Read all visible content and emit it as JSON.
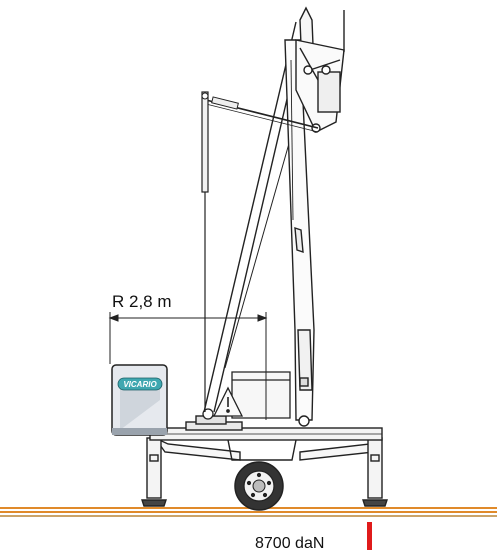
{
  "diagram": {
    "radius_label": "R 2,8 m",
    "load_label": "8700 daN",
    "brand_label": "VICARIO"
  },
  "colors": {
    "line": "#222222",
    "ground_orange": "#e08a2a",
    "ground_tan": "#caa46a",
    "load_marker": "#e01b1b",
    "brand_teal": "#3fa7b0",
    "box_fill": "#e6e9ee"
  }
}
